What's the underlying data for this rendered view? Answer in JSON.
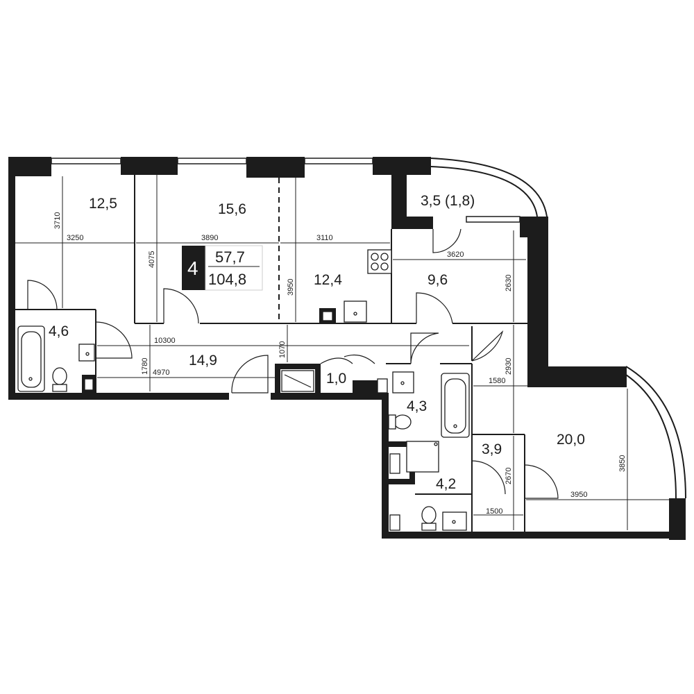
{
  "apartment": {
    "rooms": "4",
    "living_area": "57,7",
    "total_area": "104,8"
  },
  "room_areas": {
    "bedroom_left": "12,5",
    "bedroom_middle": "15,6",
    "balcony": "3,5 (1,8)",
    "kitchen": "12,4",
    "bedroom_right": "9,6",
    "bathroom_left": "4,6",
    "hallway": "14,9",
    "storage": "1,0",
    "bathroom_middle": "4,3",
    "dressing": "3,9",
    "bathroom_lower": "4,2",
    "living_room": "20,0"
  },
  "dimensions": {
    "d3710": "3710",
    "d3250": "3250",
    "d3890": "3890",
    "d3110": "3110",
    "d4075": "4075",
    "d3950_kitchen": "3950",
    "d3620": "3620",
    "d2630": "2630",
    "d10300": "10300",
    "d1070": "1070",
    "d1780": "1780",
    "d4970": "4970",
    "d2930": "2930",
    "d1580": "1580",
    "d3850": "3850",
    "d2670": "2670",
    "d1500": "1500",
    "d3950_living": "3950"
  },
  "colors": {
    "walls": "#1c1c1c",
    "background": "#ffffff"
  }
}
